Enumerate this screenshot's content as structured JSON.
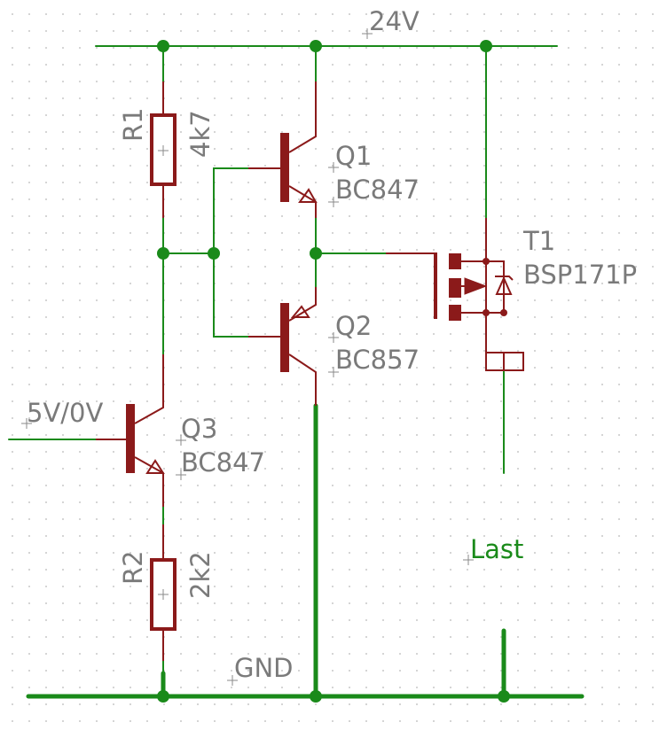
{
  "nets": {
    "supply": "24V",
    "ground": "GND",
    "input": "5V/0V",
    "load": "Last"
  },
  "components": {
    "r1": {
      "ref": "R1",
      "value": "4k7"
    },
    "r2": {
      "ref": "R2",
      "value": "2k2"
    },
    "q1": {
      "ref": "Q1",
      "value": "BC847"
    },
    "q2": {
      "ref": "Q2",
      "value": "BC857"
    },
    "q3": {
      "ref": "Q3",
      "value": "BC847"
    },
    "t1": {
      "ref": "T1",
      "value": "BSP171P"
    }
  },
  "colors": {
    "wire": "#1a8a1a",
    "part": "#8b1a1a",
    "label": "#7a7a7a",
    "grid": "#c8c8c8"
  }
}
